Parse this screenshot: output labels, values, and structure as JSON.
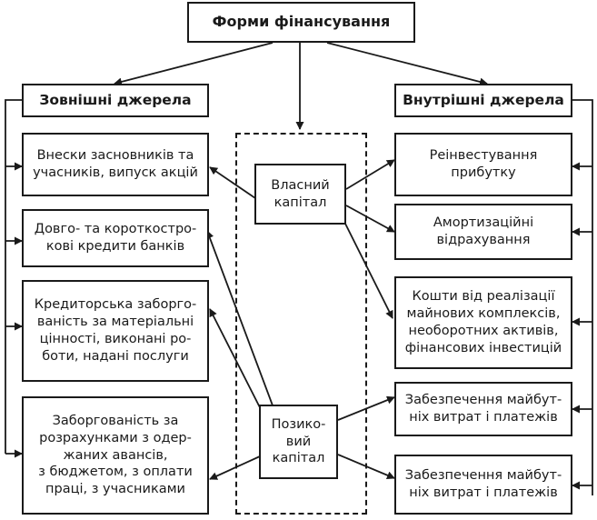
{
  "title": "Форми фінансування",
  "external": {
    "heading": "Зовнішні джерела",
    "items": [
      "Внески засновників та\nучасників, випуск акцій",
      "Довго- та короткостро-\nкові кредити банків",
      "Кредиторська заборго-\nваність за матеріальні\nцінності, виконані ро-\nботи, надані послуги",
      "Заборгованість за\nрозрахунками з одер-\nжаних авансів,\nз бюджетом, з оплати\nпраці, з учасниками"
    ]
  },
  "internal": {
    "heading": "Внутрішні джерела",
    "items": [
      "Реінвестування\nприбутку",
      "Амортизаційні\nвідрахування",
      "Кошти від реалізації\nмайнових комплексів,\nнеоборотних активів,\nфінансових інвестицій",
      "Забезпечення майбут-\nніх витрат і платежів",
      "Забезпечення майбут-\nніх витрат і платежів"
    ]
  },
  "center": {
    "own_capital": "Власний\nкапітал",
    "loan_capital": "Позико-\nвий\nкапітал"
  }
}
